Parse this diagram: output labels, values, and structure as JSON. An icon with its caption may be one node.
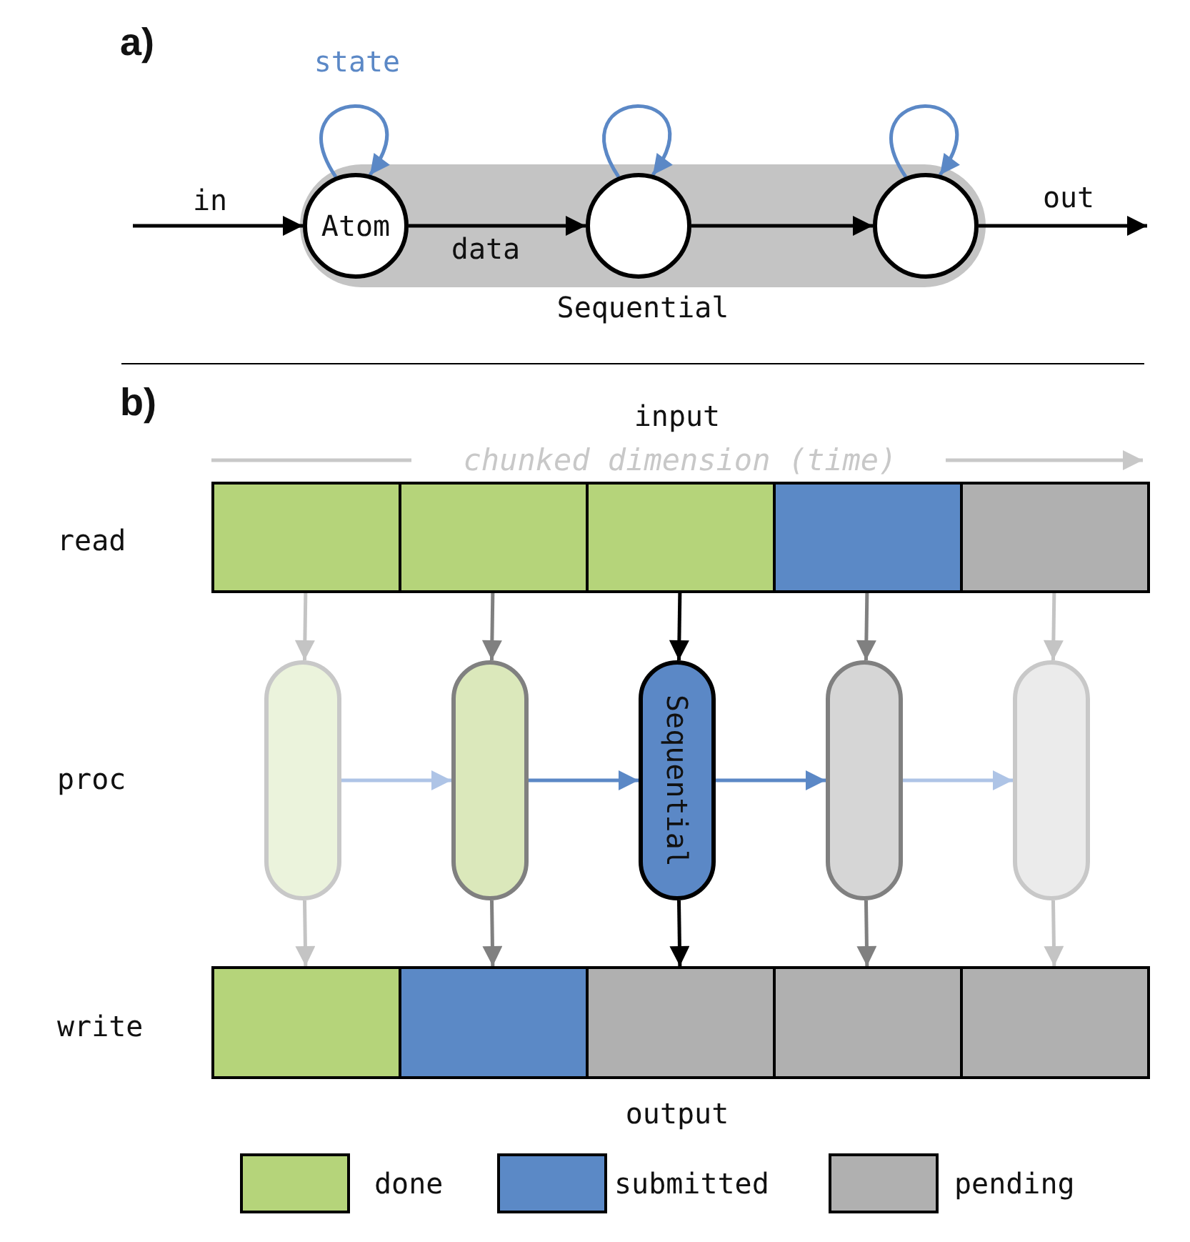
{
  "diagram": {
    "nodes": [
      {
        "text": [
          "Sequential"
        ]
      },
      {
        "text": [
          "Atom"
        ],
        "in": 0
      },
      {
        "text": [],
        "shape": "circle",
        "in": 0
      },
      {
        "text": [],
        "shape": "circle",
        "in": 0
      },
      {
        "text": [],
        "shape": "box"
      },
      {
        "text": [],
        "shape": "box"
      },
      {
        "text": [],
        "shape": "box"
      },
      {
        "text": [],
        "shape": "box"
      },
      {
        "text": [],
        "shape": "box"
      },
      {
        "text": [],
        "shape": "pill"
      },
      {
        "text": [],
        "shape": "pill"
      },
      {
        "text": [
          "Sequential"
        ]
      },
      {
        "text": [],
        "shape": "pill"
      },
      {
        "text": [],
        "shape": "pill"
      },
      {
        "text": [],
        "shape": "box"
      },
      {
        "text": [],
        "shape": "box"
      },
      {
        "text": [],
        "shape": "box"
      },
      {
        "text": [],
        "shape": "box"
      },
      {
        "text": [],
        "shape": "box"
      }
    ],
    "edges": [
      {
        "from": null,
        "to": 1,
        "arrow": "to",
        "label": "in"
      },
      {
        "from": 1,
        "to": 2,
        "arrow": "to",
        "label": "data"
      },
      {
        "from": 2,
        "to": 3,
        "arrow": "to"
      },
      {
        "from": 3,
        "to": null,
        "arrow": "to",
        "label": "out"
      },
      {
        "from": 1,
        "to": 1,
        "arrow": "to",
        "label": "state",
        "color": "#5b88c6"
      },
      {
        "from": 2,
        "to": 2,
        "arrow": "to",
        "color": "#5b88c6"
      },
      {
        "from": 3,
        "to": 3,
        "arrow": "to",
        "color": "#5b88c6"
      },
      {
        "from": 4,
        "to": 9,
        "arrow": "to",
        "color": "#c4c4c4"
      },
      {
        "from": 5,
        "to": 10,
        "arrow": "to",
        "color": "#808080"
      },
      {
        "from": 6,
        "to": 11,
        "arrow": "to"
      },
      {
        "from": 7,
        "to": 12,
        "arrow": "to",
        "color": "#808080"
      },
      {
        "from": 8,
        "to": 13,
        "arrow": "to",
        "color": "#c4c4c4"
      },
      {
        "from": 9,
        "to": 10,
        "arrow": "to",
        "color": "#aec4e6"
      },
      {
        "from": 10,
        "to": 11,
        "arrow": "to",
        "color": "#5b88c6"
      },
      {
        "from": 11,
        "to": 12,
        "arrow": "to",
        "color": "#5b88c6"
      },
      {
        "from": 12,
        "to": 13,
        "arrow": "to",
        "color": "#aec4e6"
      },
      {
        "from": 9,
        "to": 14,
        "arrow": "to",
        "color": "#c4c4c4"
      },
      {
        "from": 10,
        "to": 15,
        "arrow": "to",
        "color": "#808080"
      },
      {
        "from": 11,
        "to": 16,
        "arrow": "to"
      },
      {
        "from": 12,
        "to": 17,
        "arrow": "to",
        "color": "#808080"
      },
      {
        "from": 13,
        "to": 18,
        "arrow": "to",
        "color": "#c4c4c4"
      }
    ],
    "labels": [
      "a)",
      "b)",
      "input",
      "chunked dimension (time)",
      "read",
      "proc",
      "write",
      "output"
    ],
    "legend": [
      {
        "text": "done",
        "color": "#b5d47a"
      },
      {
        "text": "submitted",
        "color": "#5b89c6"
      },
      {
        "text": "pending",
        "color": "#b0b0b0"
      }
    ]
  }
}
